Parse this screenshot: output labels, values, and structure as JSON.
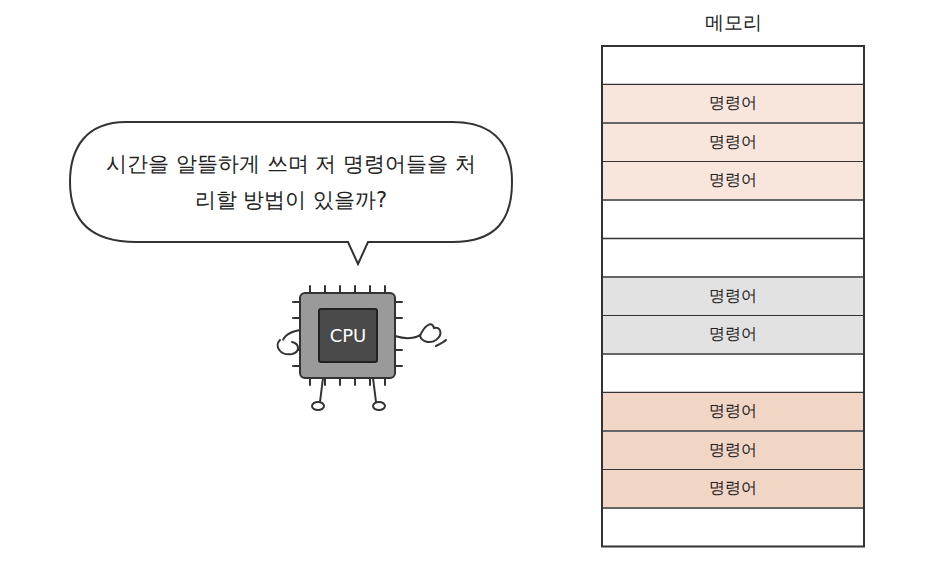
{
  "diagram": {
    "nodes": [
      {
        "text": [
          "시간을 알뜰하게 쓰며 저 명령어들을 처리할 방법이 있을까?"
        ]
      },
      {
        "text": [
          "CPU"
        ]
      },
      {
        "text": [
          "메모리"
        ]
      },
      {
        "text": [
          "명령어"
        ],
        "in": 2
      },
      {
        "text": [
          "명령어"
        ],
        "in": 2
      },
      {
        "text": [
          "명령어"
        ],
        "in": 2
      },
      {
        "text": [
          "명령어"
        ],
        "in": 2
      },
      {
        "text": [
          "명령어"
        ],
        "in": 2
      },
      {
        "text": [
          "명령어"
        ],
        "in": 2
      },
      {
        "text": [
          "명령어"
        ],
        "in": 2
      },
      {
        "text": [
          "명령어"
        ],
        "in": 2
      }
    ]
  }
}
